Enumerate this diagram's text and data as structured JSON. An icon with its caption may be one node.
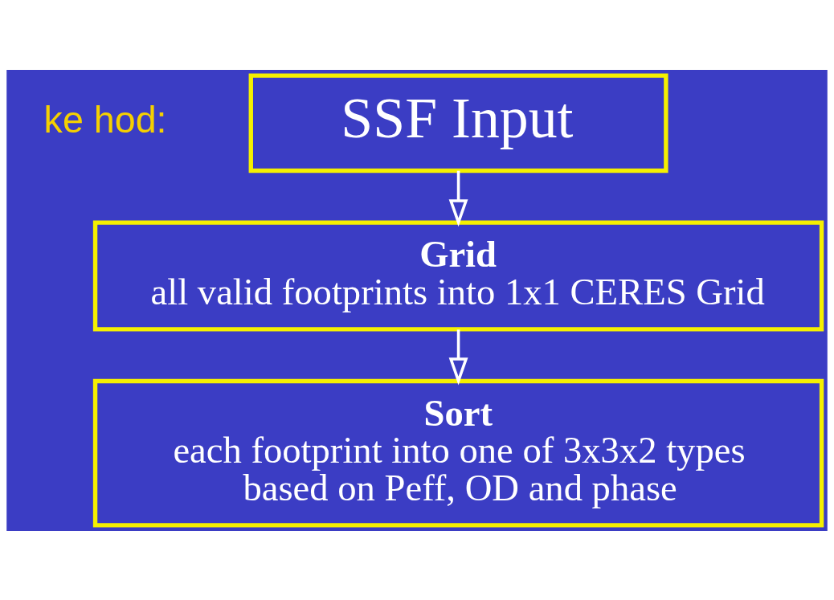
{
  "diagram": {
    "nodes": [
      {
        "text": [
          "SSF Input"
        ]
      },
      {
        "text": [
          "Grid",
          "all valid footprints into 1x1 CERES Grid"
        ]
      },
      {
        "text": [
          "Sort",
          "each footprint into one of 3x3x2 types based on Peff, OD and phase"
        ]
      }
    ],
    "edges": [
      {
        "from": 0,
        "to": 1,
        "arrow": "to"
      },
      {
        "from": 1,
        "to": 2,
        "arrow": "to"
      }
    ],
    "labels": [
      "ke hod:"
    ]
  }
}
